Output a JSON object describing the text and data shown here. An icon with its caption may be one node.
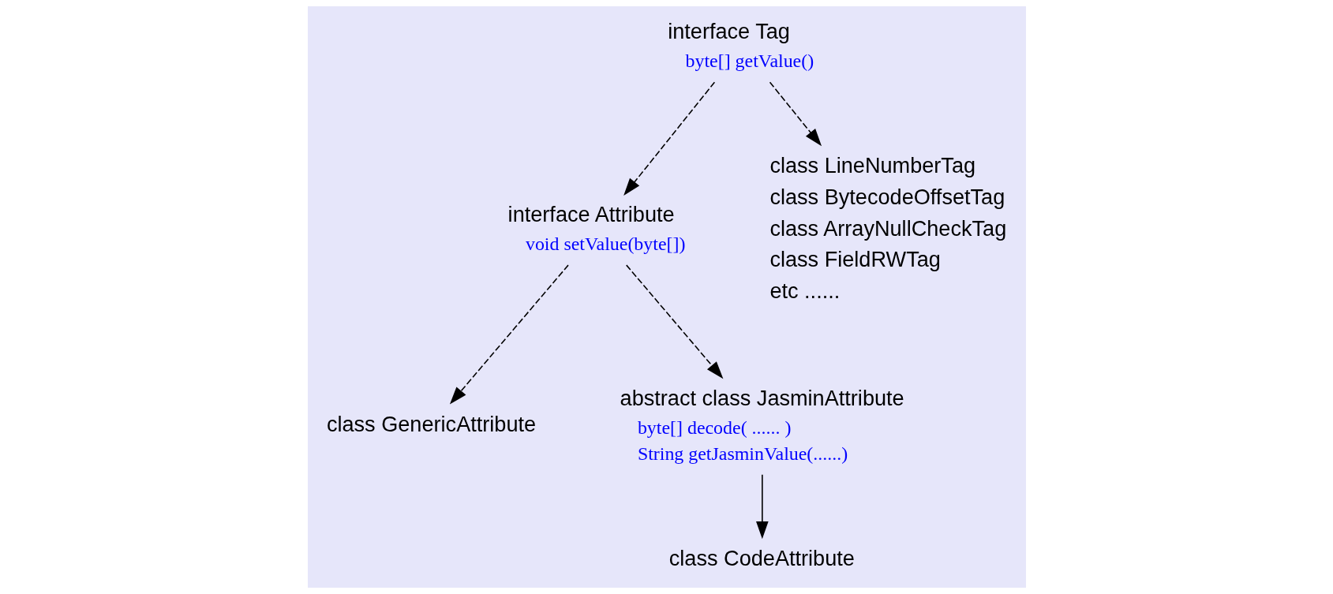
{
  "diagram": {
    "nodes": [
      {
        "text": [
          "interface Tag",
          "byte[] getValue()"
        ]
      },
      {
        "text": [
          "interface Attribute",
          "void setValue(byte[])"
        ]
      },
      {
        "text": [
          "class GenericAttribute"
        ]
      },
      {
        "text": [
          "abstract class JasminAttribute",
          "byte[] decode( ...... )",
          "String getJasminValue(......)"
        ]
      },
      {
        "text": [
          "class CodeAttribute"
        ]
      },
      {
        "text": [
          "class LineNumberTag",
          "class BytecodeOffsetTag",
          "class ArrayNullCheckTag",
          "class FieldRWTag",
          "etc ......"
        ]
      }
    ],
    "edges": [
      {
        "from": 0,
        "to": 1,
        "arrow": "to",
        "style": "dashed"
      },
      {
        "from": 0,
        "to": 5,
        "arrow": "to",
        "style": "dashed"
      },
      {
        "from": 1,
        "to": 2,
        "arrow": "to",
        "style": "dashed"
      },
      {
        "from": 1,
        "to": 3,
        "arrow": "to",
        "style": "dashed"
      },
      {
        "from": 3,
        "to": 4,
        "arrow": "to"
      }
    ]
  }
}
